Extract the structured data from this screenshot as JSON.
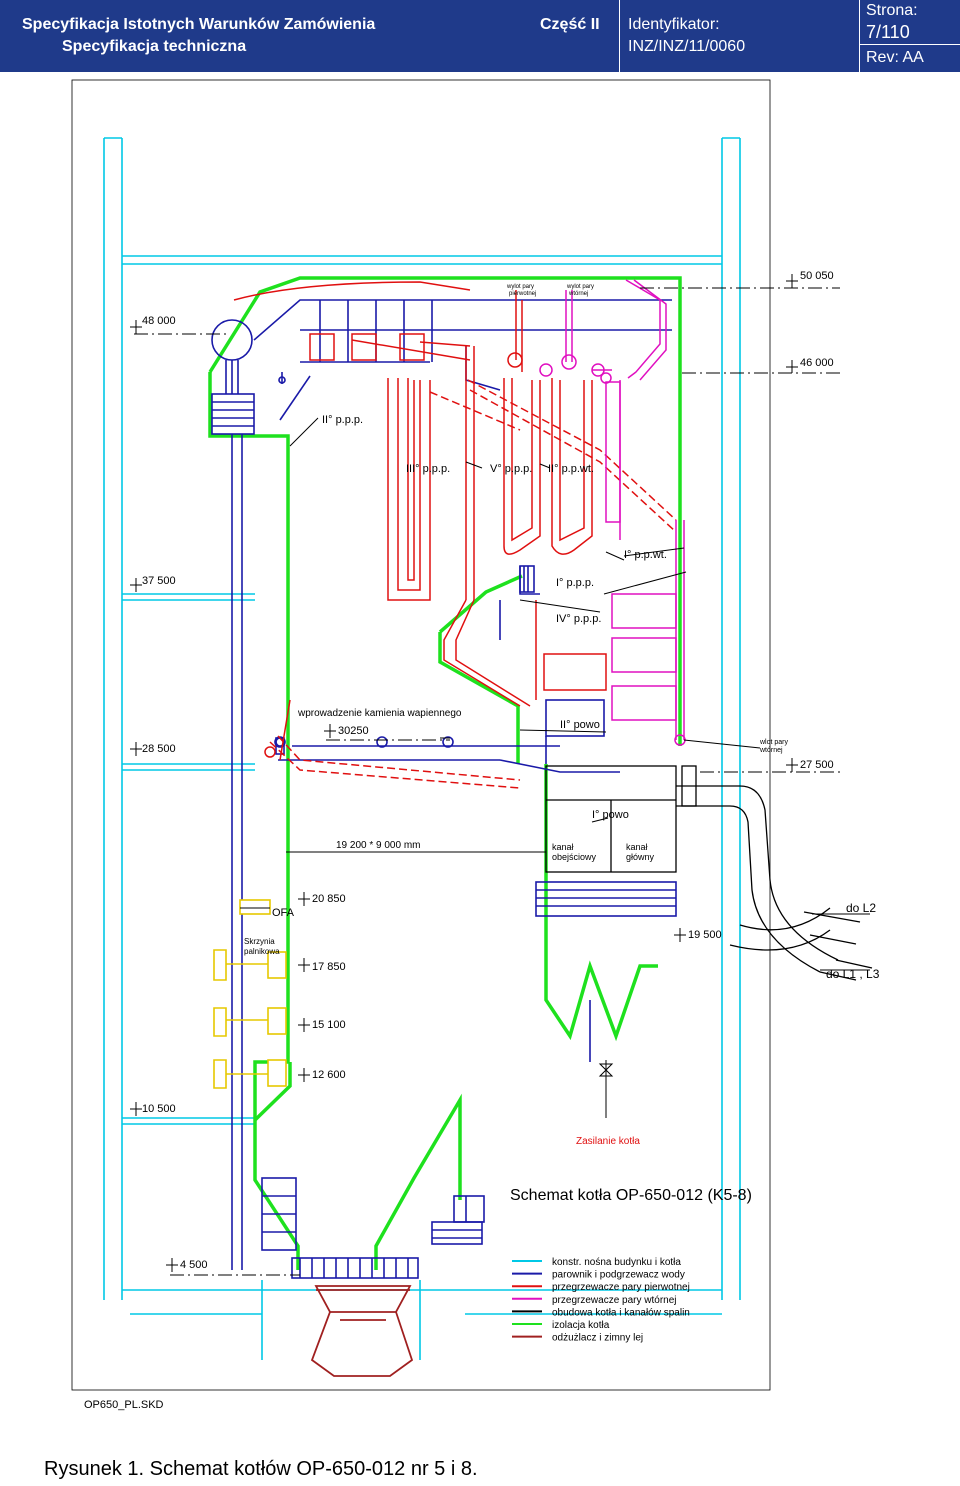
{
  "header": {
    "doc_title": "Specyfikacja Istotnych Warunków Zamówienia",
    "doc_subtitle": "Specyfikacja techniczna",
    "part": "Część II",
    "identifier_label": "Identyfikator:",
    "identifier_value": "INZ/INZ/11/0060",
    "page_label": "Strona:",
    "page_value": "7/110",
    "rev": "Rev: AA",
    "bg_color": "#1f3a8a"
  },
  "diagram": {
    "title": "Schemat kotła OP-650-012 (K5-8)",
    "elevations": {
      "e50050": "50 050",
      "e48000": "48 000",
      "e46000": "46 000",
      "e37500": "37 500",
      "e28500": "28 500",
      "e30250": "30250",
      "e27500": "27 500",
      "e20850": "20 850",
      "e19500": "19 500",
      "e17850": "17 850",
      "e15100": "15 100",
      "e12600": "12 600",
      "e10500": "10 500",
      "e4500": "4 500"
    },
    "labels": {
      "wylot_pierwotnej": [
        "wylot pary",
        "pierwotnej"
      ],
      "wylot_wtornej": [
        "wylot pary",
        "wtórnej"
      ],
      "ii_ppp": "II° p.p.p.",
      "iii_ppp": "III° p.p.p.",
      "v_ppp": "V° p.p.p.",
      "ii_ppwt": "II° p.p.wt.",
      "i_ppwt": "I° p.p.wt.",
      "i_ppp": "I° p.p.p.",
      "iv_ppp": "IV° p.p.p.",
      "wprowadzenie": "wprowadzenie kamienia wapiennego",
      "ii_powo": "II° powo",
      "i_powo": "I° powo",
      "wlot_wtornej": [
        "wlot pary",
        "wtórnej"
      ],
      "dimension": "19 200  *  9 000   mm",
      "kanal_obejsciowy": [
        "kanał",
        "obejściowy"
      ],
      "kanal_glowny": [
        "kanał",
        "główny"
      ],
      "ofa": "OFA",
      "skrzynia": [
        "Skrzynia",
        "palnikowa"
      ],
      "do_l2": "do L2",
      "do_l1l3": "do L1 , L3",
      "zasilanie": "Zasilanie kotła",
      "file_id": "OP650_PL.SKD"
    },
    "legend": [
      {
        "label": "konstr. nośna budynku i kotła",
        "color": "#00c8e6"
      },
      {
        "label": "parownik i podgrzewacz wody",
        "color": "#1a1aa8"
      },
      {
        "label": "przegrzewacze pary pierwotnej",
        "color": "#e01010"
      },
      {
        "label": "przegrzewacze pary wtórnej",
        "color": "#e010c0"
      },
      {
        "label": "obudowa kotła i kanałów spalin",
        "color": "#000000"
      },
      {
        "label": "izolacja kotła",
        "color": "#1ee11e"
      },
      {
        "label": "odżużlacz i zimny lej",
        "color": "#a02020"
      }
    ]
  },
  "caption": "Rysunek 1. Schemat kotłów OP-650-012 nr 5 i 8."
}
